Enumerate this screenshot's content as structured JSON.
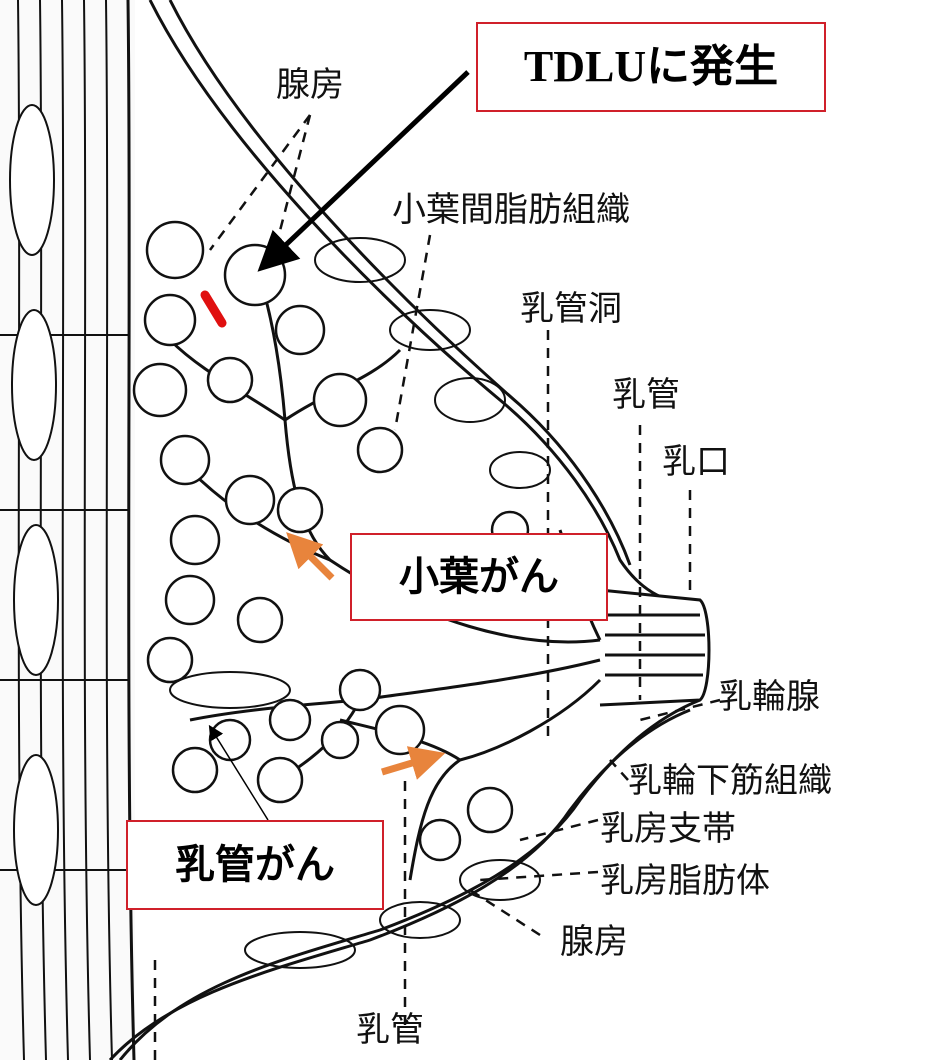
{
  "labels": {
    "senbou_top": "腺房",
    "shouyoukan": "小葉間脂肪組織",
    "nyuukandou": "乳管洞",
    "nyuukan_right": "乳管",
    "nyuukou": "乳口",
    "nyuurinsen": "乳輪腺",
    "nyuurinka": "乳輪下筋組織",
    "nyuubou_shitai": "乳房支帯",
    "nyuubou_shibou": "乳房脂肪体",
    "senbou_bottom": "腺房",
    "nyuukan_bottom": "乳管"
  },
  "callouts": {
    "tdlu": "TDLUに発生",
    "lobular": "小葉がん",
    "ductal": "乳管がん"
  },
  "colors": {
    "callout_border": "#d0202a",
    "orange_arrow": "#e8843c",
    "red_marker": "#e01010",
    "ink": "#111111"
  }
}
